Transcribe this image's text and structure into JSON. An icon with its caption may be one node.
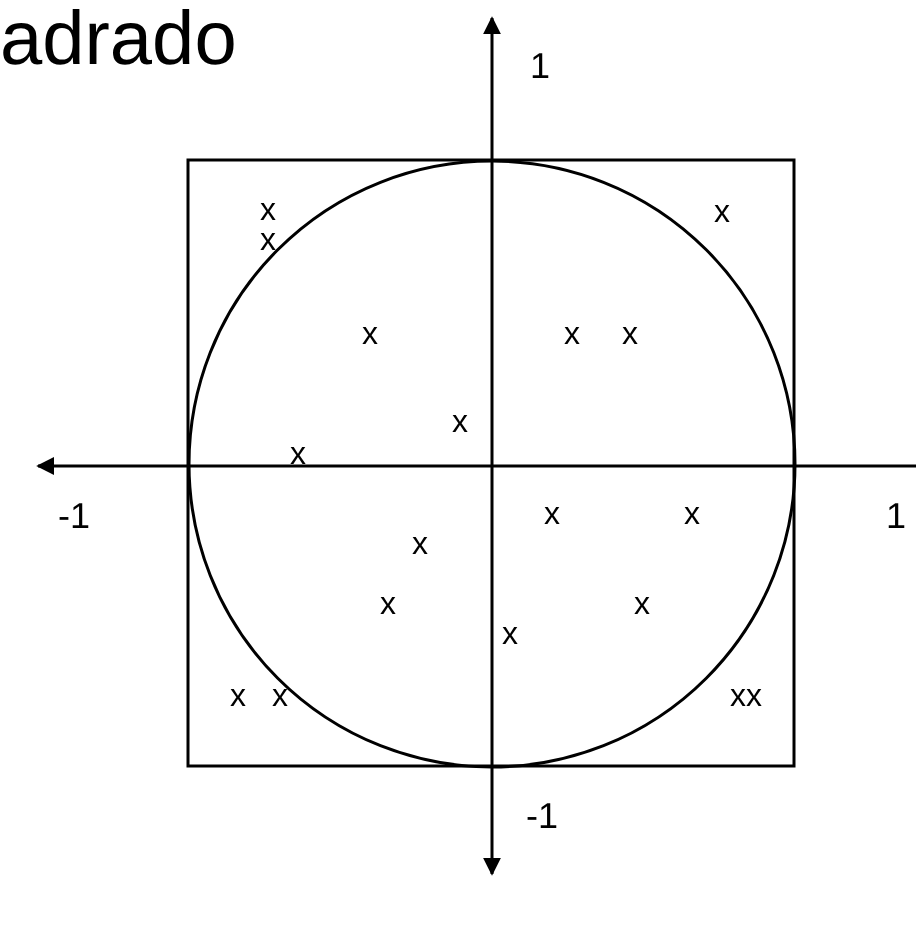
{
  "diagram": {
    "title": "adrado",
    "labels": [
      "1",
      "-1",
      "1",
      "-1",
      "x",
      "x",
      "x",
      "x",
      "x",
      "x",
      "x",
      "x",
      "x",
      "x",
      "x",
      "x",
      "x",
      "x",
      "x",
      "x",
      "xx"
    ]
  }
}
